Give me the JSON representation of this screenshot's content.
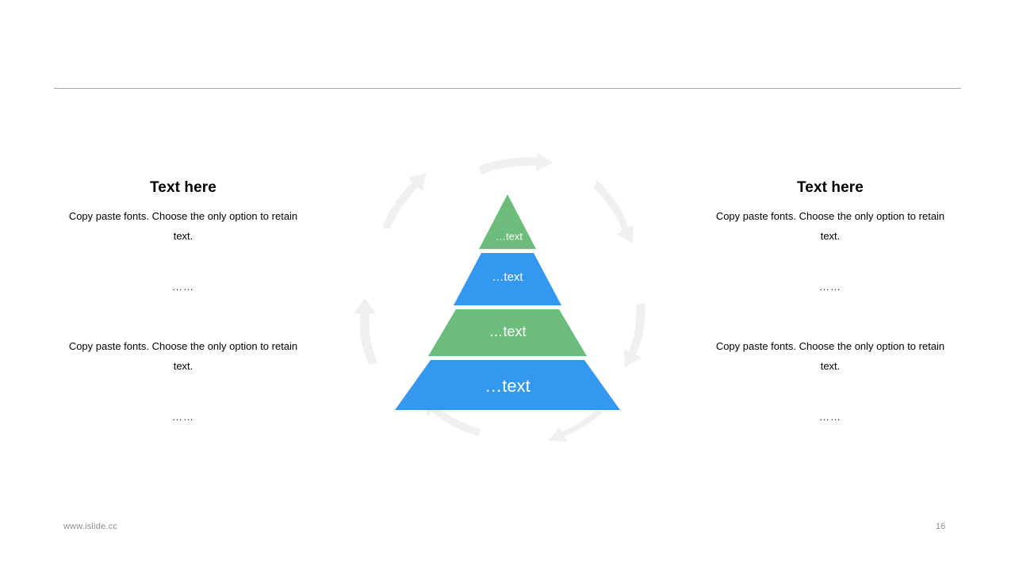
{
  "slide": {
    "background_color": "#ffffff",
    "divider_color": "#a6a6a6"
  },
  "columns": {
    "left": {
      "title": "Text here",
      "paragraph_1": "Copy paste fonts. Choose the only option to retain text.",
      "dots_1": "……",
      "paragraph_2": "Copy paste fonts. Choose the only option to retain text.",
      "dots_2": "……"
    },
    "right": {
      "title": "Text here",
      "paragraph_1": "Copy paste fonts. Choose the only option to retain text.",
      "dots_1": "……",
      "paragraph_2": "Copy paste fonts. Choose the only option to retain text.",
      "dots_2": "……"
    }
  },
  "diagram": {
    "type": "pyramid-with-cycle-arrows",
    "colors": {
      "green": "#6cbd7b",
      "blue": "#3498f0",
      "arrow": "#f0f0f0",
      "label": "#ffffff"
    },
    "tiers": [
      {
        "label": "…text",
        "color": "#6cbd7b",
        "level": 1
      },
      {
        "label": "…text",
        "color": "#3498f0",
        "level": 2
      },
      {
        "label": "…text",
        "color": "#6cbd7b",
        "level": 3
      },
      {
        "label": "…text",
        "color": "#3498f0",
        "level": 4
      }
    ],
    "arrows": [
      {
        "name": "arrow-top",
        "direction": "right"
      },
      {
        "name": "arrow-upper-right",
        "direction": "down-right"
      },
      {
        "name": "arrow-lower-right",
        "direction": "down"
      },
      {
        "name": "arrow-bottom-right",
        "direction": "left"
      },
      {
        "name": "arrow-bottom-left",
        "direction": "up-left"
      },
      {
        "name": "arrow-lower-left",
        "direction": "up"
      },
      {
        "name": "arrow-upper-left",
        "direction": "up-right"
      }
    ]
  },
  "footer": {
    "url": "www.islide.cc",
    "page_number": "16"
  }
}
